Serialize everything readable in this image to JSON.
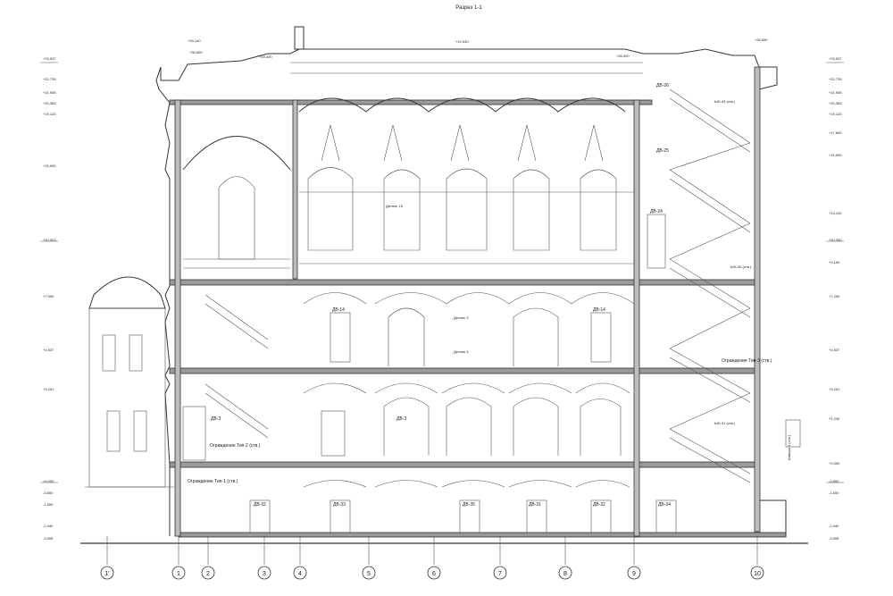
{
  "drawing": {
    "title": "Разрез 1-1"
  },
  "room_labels": [
    "ДВ-26",
    "ДВ-25",
    "ДВ-24",
    "ДВ-14",
    "ДВ-14",
    "ДВ-3",
    "ДВ-3",
    "ДВ-32",
    "ДВ-33",
    "ДВ-35",
    "ДВ-31",
    "ДВ-32",
    "ДВ-34"
  ],
  "notes": [
    "Ограждение Тип-2 (ств.)",
    "Ограждение Тип-1 (ств.)",
    "Ограждение Тип-3 (ств.)",
    "ШН-43 (ств.)",
    "ШН-30 (ств.)",
    "ШН-31 (ств.)",
    "Деталь 15",
    "Деталь 3",
    "Деталь 4"
  ],
  "axes": {
    "labels": [
      "1'",
      "1",
      "2",
      "3",
      "4",
      "5",
      "6",
      "7",
      "8",
      "9",
      "10"
    ]
  },
  "left_marks": [
    "+24,537",
    "+22,739",
    "+21,955",
    "+20,359",
    "+19,120",
    "+15,900",
    "+10,003",
    "+7,000",
    "+4,537",
    "+3,251",
    "+0,000",
    "-0,800",
    "-1,500",
    "-2,940",
    "-3,905"
  ],
  "right_marks": [
    "+24,537",
    "+22,739",
    "+21,955",
    "+20,359",
    "+19,120",
    "+17,650",
    "+15,900",
    "+13,100",
    "+10,350",
    "+9,150",
    "+7,250",
    "+4,537",
    "+3,251",
    "+1,230",
    "+0,000",
    "-0,800",
    "-1,500",
    "-2,940",
    "-3,905"
  ],
  "top_marks": [
    "+33,140",
    "+30,900",
    "+29,400",
    "+28,400",
    "+19,930",
    "+26,850"
  ],
  "legend": {
    "box_label": "Камера 1 (ств.)"
  }
}
